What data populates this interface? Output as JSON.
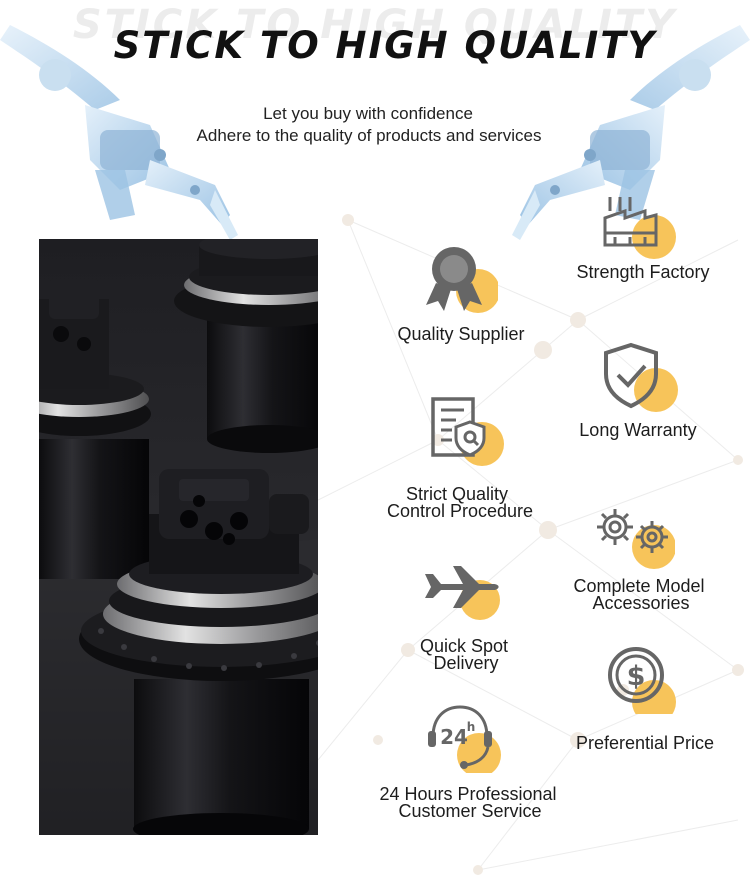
{
  "header": {
    "title": "STICK TO HIGH QUALITY",
    "subtitle_line1": "Let you buy with confidence",
    "subtitle_line2": "Adhere to the quality of products and services"
  },
  "colors": {
    "accent_circle": "#f7c45a",
    "icon_gray": "#666666",
    "title": "#111111",
    "robot": "#b8d6ee"
  },
  "features": {
    "strength_factory": {
      "label": "Strength Factory",
      "icon": "factory-icon"
    },
    "quality_supplier": {
      "label": "Quality Supplier",
      "icon": "award-ribbon-icon"
    },
    "long_warranty": {
      "label": "Long Warranty",
      "icon": "shield-check-icon"
    },
    "strict_quality": {
      "label_line1": "Strict Quality",
      "label_line2": "Control Procedure",
      "icon": "document-inspect-icon"
    },
    "complete_model": {
      "label_line1": "Complete Model",
      "label_line2": "Accessories",
      "icon": "gears-icon"
    },
    "quick_spot": {
      "label_line1": "Quick Spot",
      "label_line2": "Delivery",
      "icon": "airplane-icon"
    },
    "preferential_price": {
      "label": "Preferential Price",
      "icon": "dollar-coin-icon"
    },
    "customer_service": {
      "label_line1": "24 Hours Professional",
      "label_line2": "Customer Service",
      "icon": "24h-headset-icon",
      "icon_text": "24",
      "icon_sup": "h"
    }
  }
}
